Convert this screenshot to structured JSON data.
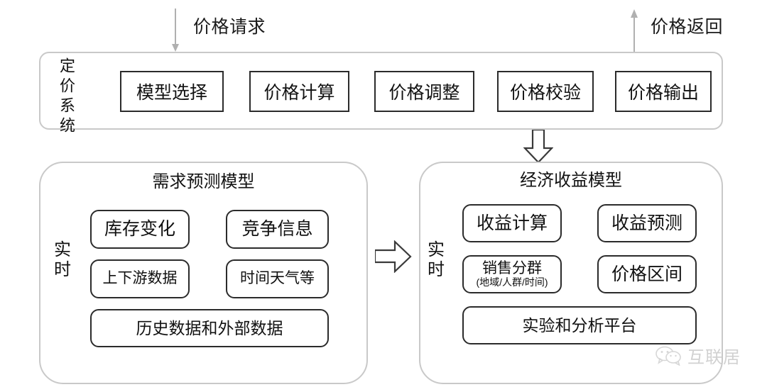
{
  "flows": {
    "request": {
      "label": "价格请求",
      "arrow": "arrow-down"
    },
    "response": {
      "label": "价格返回",
      "arrow": "arrow-up"
    }
  },
  "system": {
    "side_label": "定价系统",
    "stages": [
      {
        "label": "模型选择"
      },
      {
        "label": "价格计算"
      },
      {
        "label": "价格调整"
      },
      {
        "label": "价格校验"
      },
      {
        "label": "价格输出"
      }
    ]
  },
  "connectors": {
    "system_to_economic": "block-arrow-down",
    "demand_to_economic": "block-arrow-right"
  },
  "panels": {
    "demand": {
      "title": "需求预测模型",
      "side_label": "实时",
      "chips": [
        {
          "main": "库存变化"
        },
        {
          "main": "竞争信息"
        },
        {
          "main": "上下游数据"
        },
        {
          "main": "时间天气等"
        },
        {
          "main": "历史数据和外部数据"
        }
      ]
    },
    "economic": {
      "title": "经济收益模型",
      "side_label": "实时",
      "chips": [
        {
          "main": "收益计算"
        },
        {
          "main": "收益预测"
        },
        {
          "main": "销售分群",
          "sub": "(地域/人群/时间)"
        },
        {
          "main": "价格区间"
        },
        {
          "main": "实验和分析平台"
        }
      ]
    }
  },
  "watermark": {
    "icon": "wechat-icon",
    "text": "互联居"
  },
  "colors": {
    "background": "#ffffff",
    "panel_border": "#c9c9c9",
    "box_border": "#2b2b2b",
    "text": "#111111",
    "thin_arrow": "#b0b0b0",
    "watermark": "#9a9a9a"
  }
}
